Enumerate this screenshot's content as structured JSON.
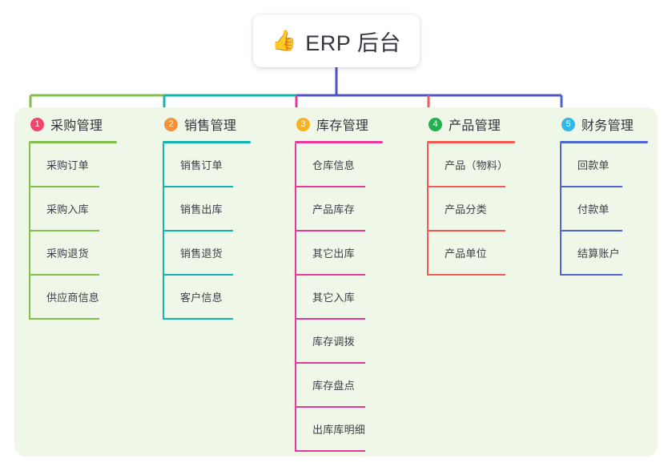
{
  "root": {
    "icon": "thumbs-up-icon",
    "emoji": "👍",
    "title": "ERP 后台"
  },
  "colors": {
    "panel_background": "#eef7e8",
    "page_background": "#ffffff",
    "trunk": "#4e56c0",
    "column_1": "#82bf4b",
    "column_2": "#12b6b0",
    "column_3": "#e8399b",
    "column_4": "#f55a4e",
    "column_5": "#4e66cf",
    "badge_1": "#f0456b",
    "badge_2": "#f79137",
    "badge_3": "#f6b224",
    "badge_4": "#22b14c",
    "badge_5": "#32b7e8",
    "text": "#31353c"
  },
  "columns": [
    {
      "number": "1",
      "title": "采购管理",
      "accent": "#82bf4b",
      "badge_color": "#f0456b",
      "items": [
        "采购订单",
        "采购入库",
        "采购退货",
        "供应商信息"
      ]
    },
    {
      "number": "2",
      "title": "销售管理",
      "accent": "#12b6b0",
      "badge_color": "#f79137",
      "items": [
        "销售订单",
        "销售出库",
        "销售退货",
        "客户信息"
      ]
    },
    {
      "number": "3",
      "title": "库存管理",
      "accent": "#e8399b",
      "badge_color": "#f6b224",
      "items": [
        "仓库信息",
        "产品库存",
        "其它出库",
        "其它入库",
        "库存调拨",
        "库存盘点",
        "出库库明细"
      ]
    },
    {
      "number": "4",
      "title": "产品管理",
      "accent": "#f55a4e",
      "badge_color": "#22b14c",
      "items": [
        "产品（物料）",
        "产品分类",
        "产品单位"
      ]
    },
    {
      "number": "5",
      "title": "财务管理",
      "accent": "#4e66cf",
      "badge_color": "#32b7e8",
      "items": [
        "回款单",
        "付款单",
        "结算账户"
      ]
    }
  ]
}
